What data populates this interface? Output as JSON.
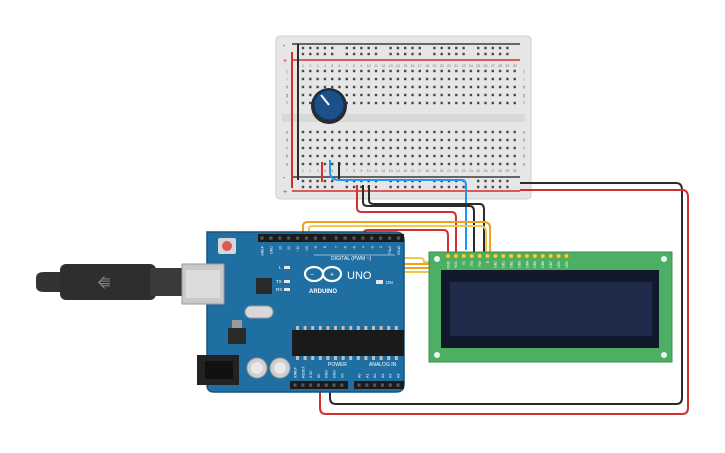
{
  "board": {
    "logo_text": "ARDUINO",
    "model_text": "UNO",
    "digital_label": "DIGITAL (PWM ~)",
    "power_label": "POWER",
    "analog_label": "ANALOG IN",
    "on_label": "ON",
    "tx_label": "TX",
    "rx_label": "RX",
    "l_label": "L",
    "digital_pins": [
      "AREF",
      "GND",
      "13",
      "12",
      "~11",
      "~10",
      "~9",
      "8",
      "7",
      "~6",
      "~5",
      "4",
      "~3",
      "2",
      "TX▸1",
      "RX◂0"
    ],
    "power_pins": [
      "IOREF",
      "RESET",
      "3.3V",
      "5V",
      "GND",
      "GND",
      "Vin"
    ],
    "analog_pins": [
      "A0",
      "A1",
      "A2",
      "A3",
      "A4",
      "A5"
    ]
  },
  "lcd": {
    "pin_labels": [
      "GND",
      "VCC",
      "V0",
      "RS",
      "RW",
      "E",
      "DB0",
      "DB1",
      "DB2",
      "DB3",
      "DB4",
      "DB5",
      "DB6",
      "DB7",
      "LED",
      "LED"
    ]
  },
  "breadboard": {
    "rail_plus": "+",
    "rail_minus": "-",
    "row_letters_top": [
      "j",
      "i",
      "h",
      "g",
      "f"
    ],
    "row_letters_bottom": [
      "e",
      "d",
      "c",
      "b",
      "a"
    ],
    "column_numbers": [
      "1",
      "2",
      "3",
      "4",
      "5",
      "6",
      "7",
      "8",
      "9",
      "10",
      "11",
      "12",
      "13",
      "14",
      "15",
      "16",
      "17",
      "18",
      "19",
      "20",
      "21",
      "22",
      "23",
      "24",
      "25",
      "26",
      "27",
      "28",
      "29",
      "30"
    ]
  },
  "colors": {
    "board": "#1f6fa3",
    "board_dark": "#155580",
    "lcd_pcb": "#4caf63",
    "lcd_screen": "#1f2b4a",
    "breadboard": "#e6e6e6",
    "wire_red": "#d32f2f",
    "wire_black": "#2b2b2b",
    "wire_orange": "#f0a020",
    "wire_yellow": "#f2c84b",
    "wire_blue": "#2196f3",
    "pot_knob": "#1d4f8a"
  }
}
